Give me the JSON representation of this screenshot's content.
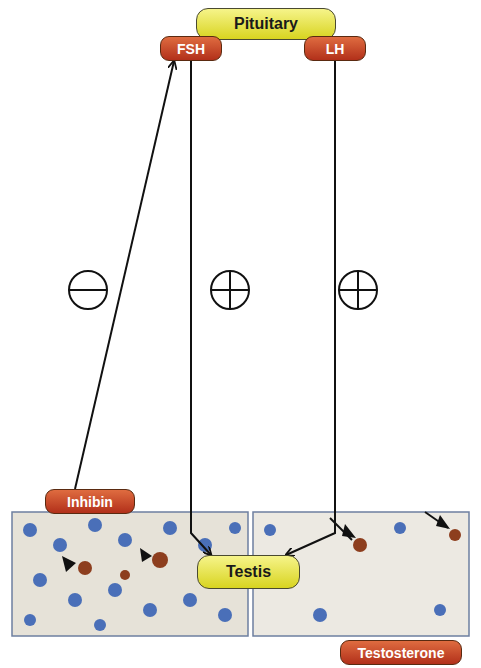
{
  "diagram": {
    "nodes": [
      {
        "text": [
          "Pituitary"
        ]
      },
      {
        "text": [
          "FSH"
        ]
      },
      {
        "text": [
          "LH"
        ]
      },
      {
        "text": [
          "Inhibin"
        ]
      },
      {
        "text": [
          "Testis"
        ]
      },
      {
        "text": [
          "Testosterone"
        ]
      }
    ],
    "edges": [
      {
        "from": 1,
        "to": 4,
        "arrow": "to"
      },
      {
        "from": 2,
        "to": 4,
        "arrow": "to"
      },
      {
        "from": 3,
        "to": 1,
        "arrow": "to"
      }
    ]
  }
}
